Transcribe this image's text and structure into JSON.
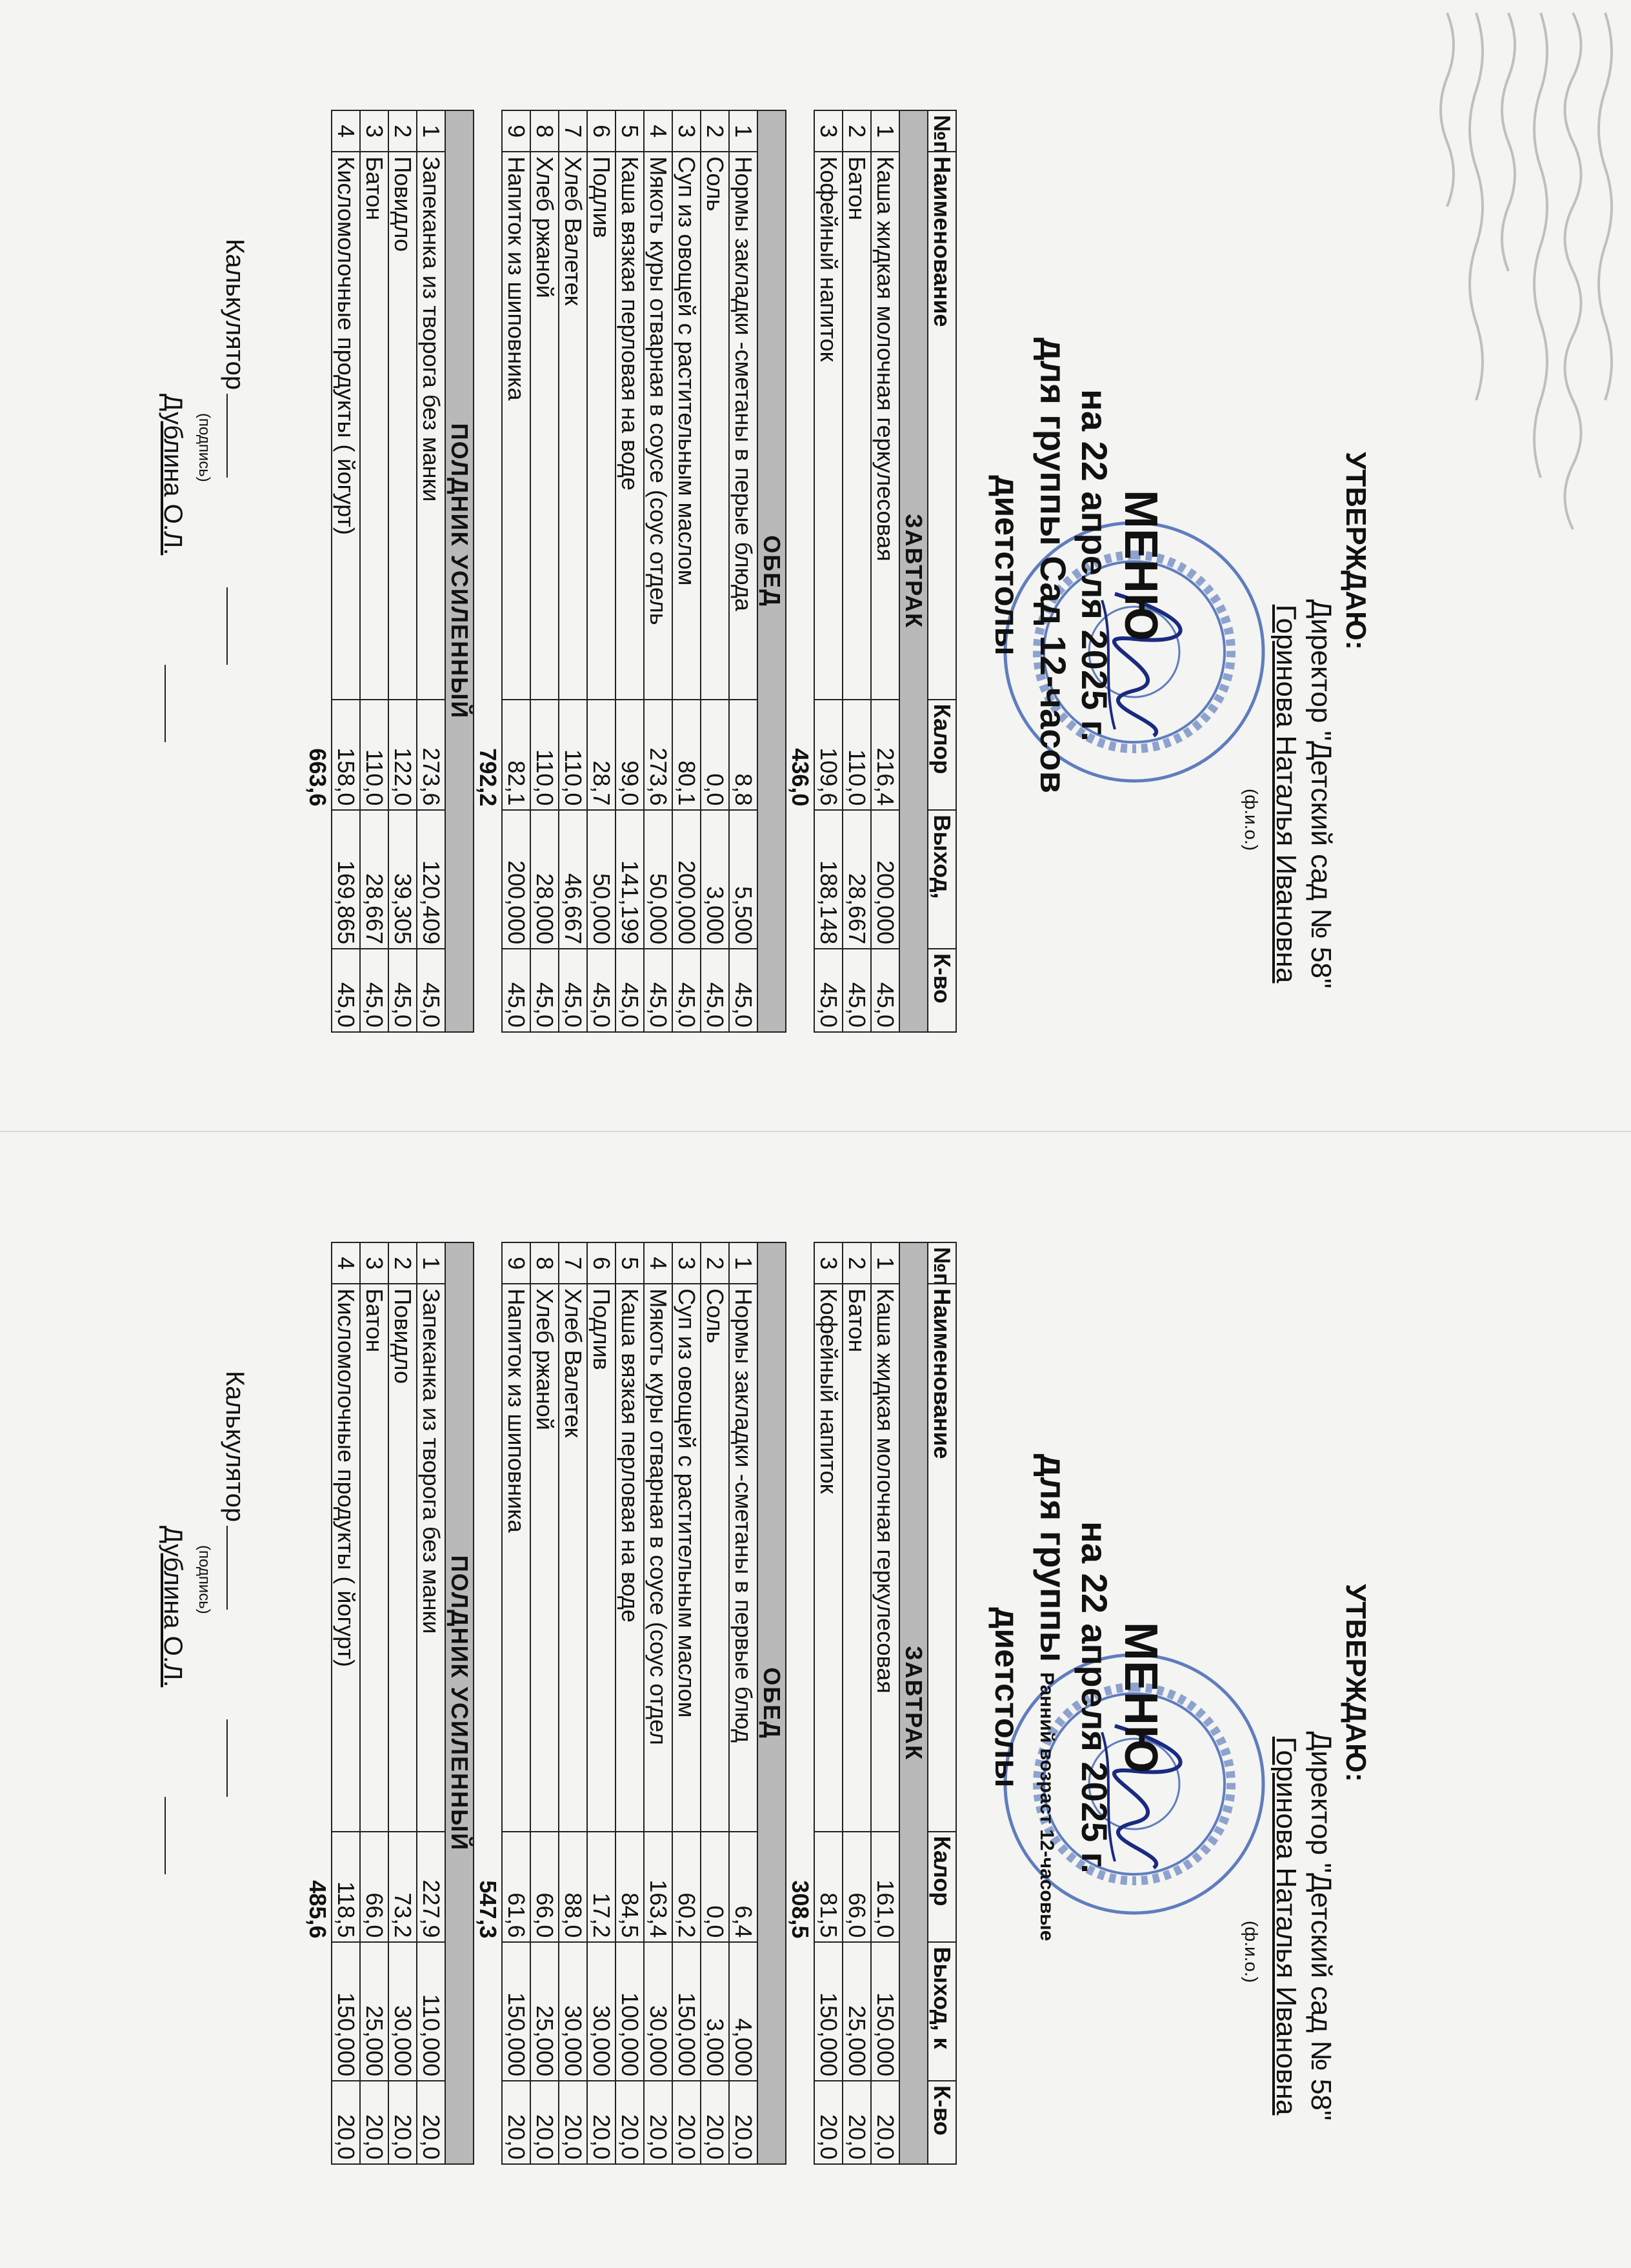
{
  "pages": [
    {
      "approve": {
        "title": "УТВЕРЖДАЮ:",
        "director": "Директор \"Детский сад № 58\"",
        "name": "Горинова Наталья Ивановна",
        "fio": "(ф.и.о.)"
      },
      "title": {
        "menu": "МЕНЮ",
        "date": "на 22 апреля 2025 г.",
        "group": "для группы Сад 12-часов",
        "group_extra": "",
        "diet": "диетстолы"
      },
      "headers": [
        "№п",
        "Наименование",
        "Калор",
        "Выход,",
        "К-во"
      ],
      "sections": [
        {
          "name": "ЗАВТРАК",
          "rows": [
            [
              "1",
              "Каша   жидкая   молочная геркулесовая",
              "216,4",
              "200,000",
              "45,0"
            ],
            [
              "2",
              "Батон",
              "110,0",
              "28,667",
              "45,0"
            ],
            [
              "3",
              "Кофейный напиток",
              "109,6",
              "188,148",
              "45,0"
            ]
          ],
          "total": "436,0"
        },
        {
          "name": "ОБЕД",
          "rows": [
            [
              "1",
              "Нормы закладки -сметаны в перые блюда",
              "8,8",
              "5,500",
              "45,0"
            ],
            [
              "2",
              "Соль",
              "0,0",
              "3,000",
              "45,0"
            ],
            [
              "3",
              "Суп из овощей с растительным маслом",
              "80,1",
              "200,000",
              "45,0"
            ],
            [
              "4",
              "Мякоть куры отварная в соусе (соус отдель",
              "273,6",
              "50,000",
              "45,0"
            ],
            [
              "5",
              "Каша   вязкая перловая на воде",
              "99,0",
              "141,199",
              "45,0"
            ],
            [
              "6",
              "Подлив",
              "28,7",
              "50,000",
              "45,0"
            ],
            [
              "7",
              "Хлеб Валетек",
              "110,0",
              "46,667",
              "45,0"
            ],
            [
              "8",
              "Хлеб ржаной",
              "110,0",
              "28,000",
              "45,0"
            ],
            [
              "9",
              "Напиток   из   шиповника",
              "82,1",
              "200,000",
              "45,0"
            ]
          ],
          "total": "792,2"
        },
        {
          "name": "ПОЛДНИК УСИЛЕННЫЙ",
          "rows": [
            [
              "1",
              "Запеканка   из   творога без манки",
              "273,6",
              "120,409",
              "45,0"
            ],
            [
              "2",
              "Повидло",
              "122,0",
              "39,305",
              "45,0"
            ],
            [
              "3",
              "Батон",
              "110,0",
              "28,667",
              "45,0"
            ],
            [
              "4",
              "Кисломолочные продукты ( йогурт)",
              "158,0",
              "169,865",
              "45,0"
            ]
          ],
          "total": "663,6"
        }
      ],
      "calc": {
        "label": "Калькулятор",
        "sub": "(подпись)",
        "name": "Дублина О.Л."
      }
    },
    {
      "approve": {
        "title": "УТВЕРЖДАЮ:",
        "director": "Директор \"Детский сад № 58\"",
        "name": "Горинова Наталья Ивановна",
        "fio": "(ф.и.о.)"
      },
      "title": {
        "menu": "МЕНЮ",
        "date": "на 22 апреля 2025 г.",
        "group": "для группы",
        "group_extra": "Ранний возраст 12-часовые",
        "diet": "диетстолы"
      },
      "headers": [
        "№п",
        "Наименование",
        "Калор",
        "Выход, к",
        "К-во"
      ],
      "sections": [
        {
          "name": "ЗАВТРАК",
          "rows": [
            [
              "1",
              "Каша   жидкая   молочная геркулесовая",
              "161,0",
              "150,000",
              "20,0"
            ],
            [
              "2",
              "Батон",
              "66,0",
              "25,000",
              "20,0"
            ],
            [
              "3",
              "Кофейный напиток",
              "81,5",
              "150,000",
              "20,0"
            ]
          ],
          "total": "308,5"
        },
        {
          "name": "ОБЕД",
          "rows": [
            [
              "1",
              "Нормы закладки -сметаны в первые блюд",
              "6,4",
              "4,000",
              "20,0"
            ],
            [
              "2",
              "Соль",
              "0,0",
              "3,000",
              "20,0"
            ],
            [
              "3",
              "Суп из овощей с растительным маслом",
              "60,2",
              "150,000",
              "20,0"
            ],
            [
              "4",
              "Мякоть куры отварная в соусе (соус отдел",
              "163,4",
              "30,000",
              "20,0"
            ],
            [
              "5",
              "Каша   вязкая перловая на воде",
              "84,5",
              "100,000",
              "20,0"
            ],
            [
              "6",
              "Подлив",
              "17,2",
              "30,000",
              "20,0"
            ],
            [
              "7",
              "Хлеб Валетек",
              "88,0",
              "30,000",
              "20,0"
            ],
            [
              "8",
              "Хлеб ржаной",
              "66,0",
              "25,000",
              "20,0"
            ],
            [
              "9",
              "Напиток   из   шиповника",
              "61,6",
              "150,000",
              "20,0"
            ]
          ],
          "total": "547,3"
        },
        {
          "name": "ПОЛДНИК УСИЛЕННЫЙ",
          "rows": [
            [
              "1",
              "Запеканка   из   творога без манки",
              "227,9",
              "110,000",
              "20,0"
            ],
            [
              "2",
              "Повидло",
              "73,2",
              "30,000",
              "20,0"
            ],
            [
              "3",
              "Батон",
              "66,0",
              "25,000",
              "20,0"
            ],
            [
              "4",
              "Кисломолочные продукты ( йогурт)",
              "118,5",
              "150,000",
              "20,0"
            ]
          ],
          "total": "485,6"
        }
      ],
      "calc": {
        "label": "Калькулятор",
        "sub": "(подпись)",
        "name": "Дублина О.Л."
      }
    }
  ],
  "icons": {
    "stamp": "round-seal-icon",
    "signature": "signature-icon"
  },
  "colors": {
    "section_fill": "#b9b9b9",
    "stamp_blue": "#3a5fb0",
    "ink": "#1a2a80"
  }
}
